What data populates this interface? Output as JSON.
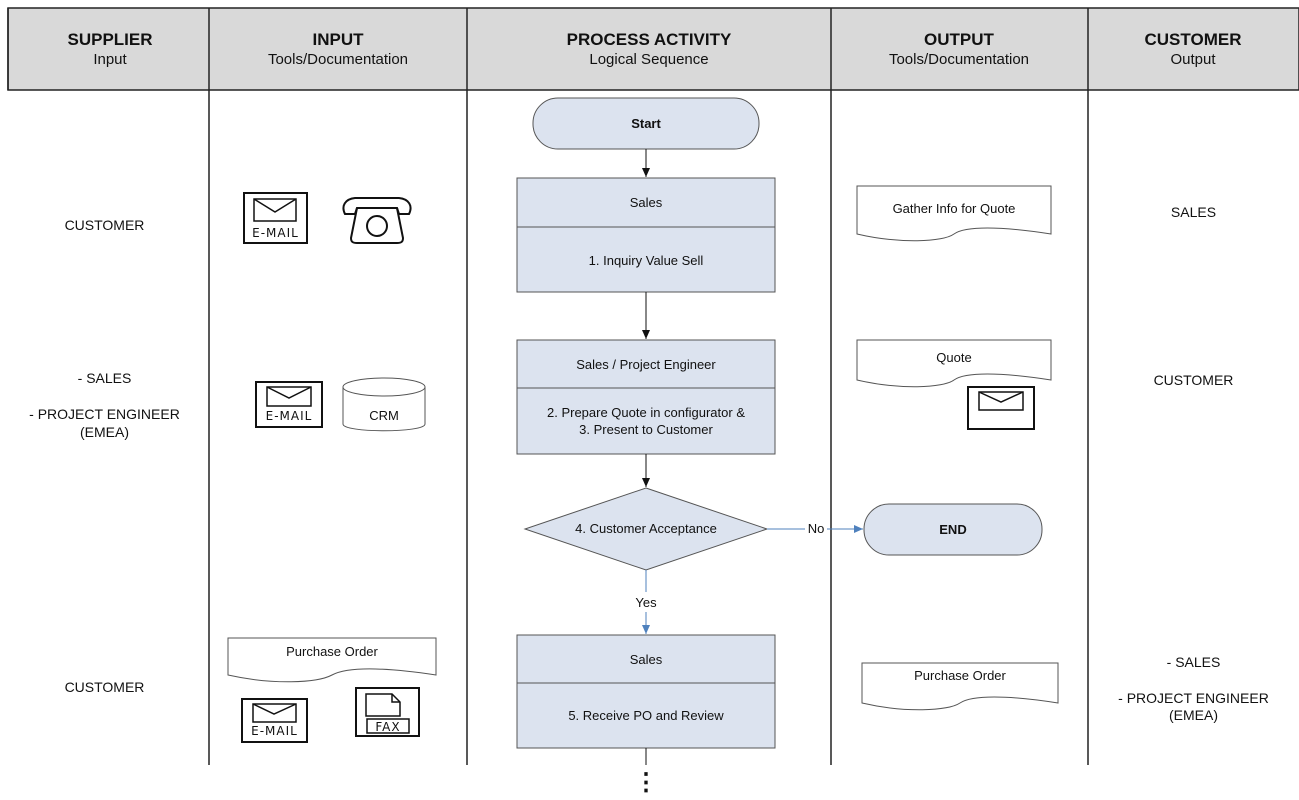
{
  "columns": [
    {
      "title": "SUPPLIER",
      "subtitle": "Input"
    },
    {
      "title": "INPUT",
      "subtitle": "Tools/Documentation"
    },
    {
      "title": "PROCESS ACTIVITY",
      "subtitle": "Logical Sequence"
    },
    {
      "title": "OUTPUT",
      "subtitle": "Tools/Documentation"
    },
    {
      "title": "CUSTOMER",
      "subtitle": "Output"
    }
  ],
  "suppliers": {
    "row1": "CUSTOMER",
    "row2_a": "- SALES",
    "row2_b": "- PROJECT ENGINEER",
    "row2_c": "(EMEA)",
    "row3": "CUSTOMER"
  },
  "inputs": {
    "email_label": "E-MAIL",
    "crm_label": "CRM",
    "purchase_order": "Purchase Order",
    "fax_label": "FAX"
  },
  "process": {
    "start": "Start",
    "step1_role": "Sales",
    "step1_task": "1. Inquiry Value Sell",
    "step2_role": "Sales / Project Engineer",
    "step2_task_a": "2. Prepare Quote in configurator &",
    "step2_task_b": "3. Present to Customer",
    "decision": "4. Customer Acceptance",
    "no_label": "No",
    "yes_label": "Yes",
    "end": "END",
    "step5_role": "Sales",
    "step5_task": "5. Receive PO and Review",
    "continuation": "⋮"
  },
  "outputs": {
    "row1": "Gather Info for Quote",
    "row2": "Quote",
    "row3": "Purchase Order"
  },
  "customers": {
    "row1": "SALES",
    "row2": "CUSTOMER",
    "row3_a": "- SALES",
    "row3_b": "- PROJECT ENGINEER",
    "row3_c": "(EMEA)"
  },
  "colors": {
    "header_bg": "#d9d9d9",
    "box_fill": "#dce3ef",
    "box_stroke": "#555555",
    "connector_blue": "#4f81bd"
  }
}
